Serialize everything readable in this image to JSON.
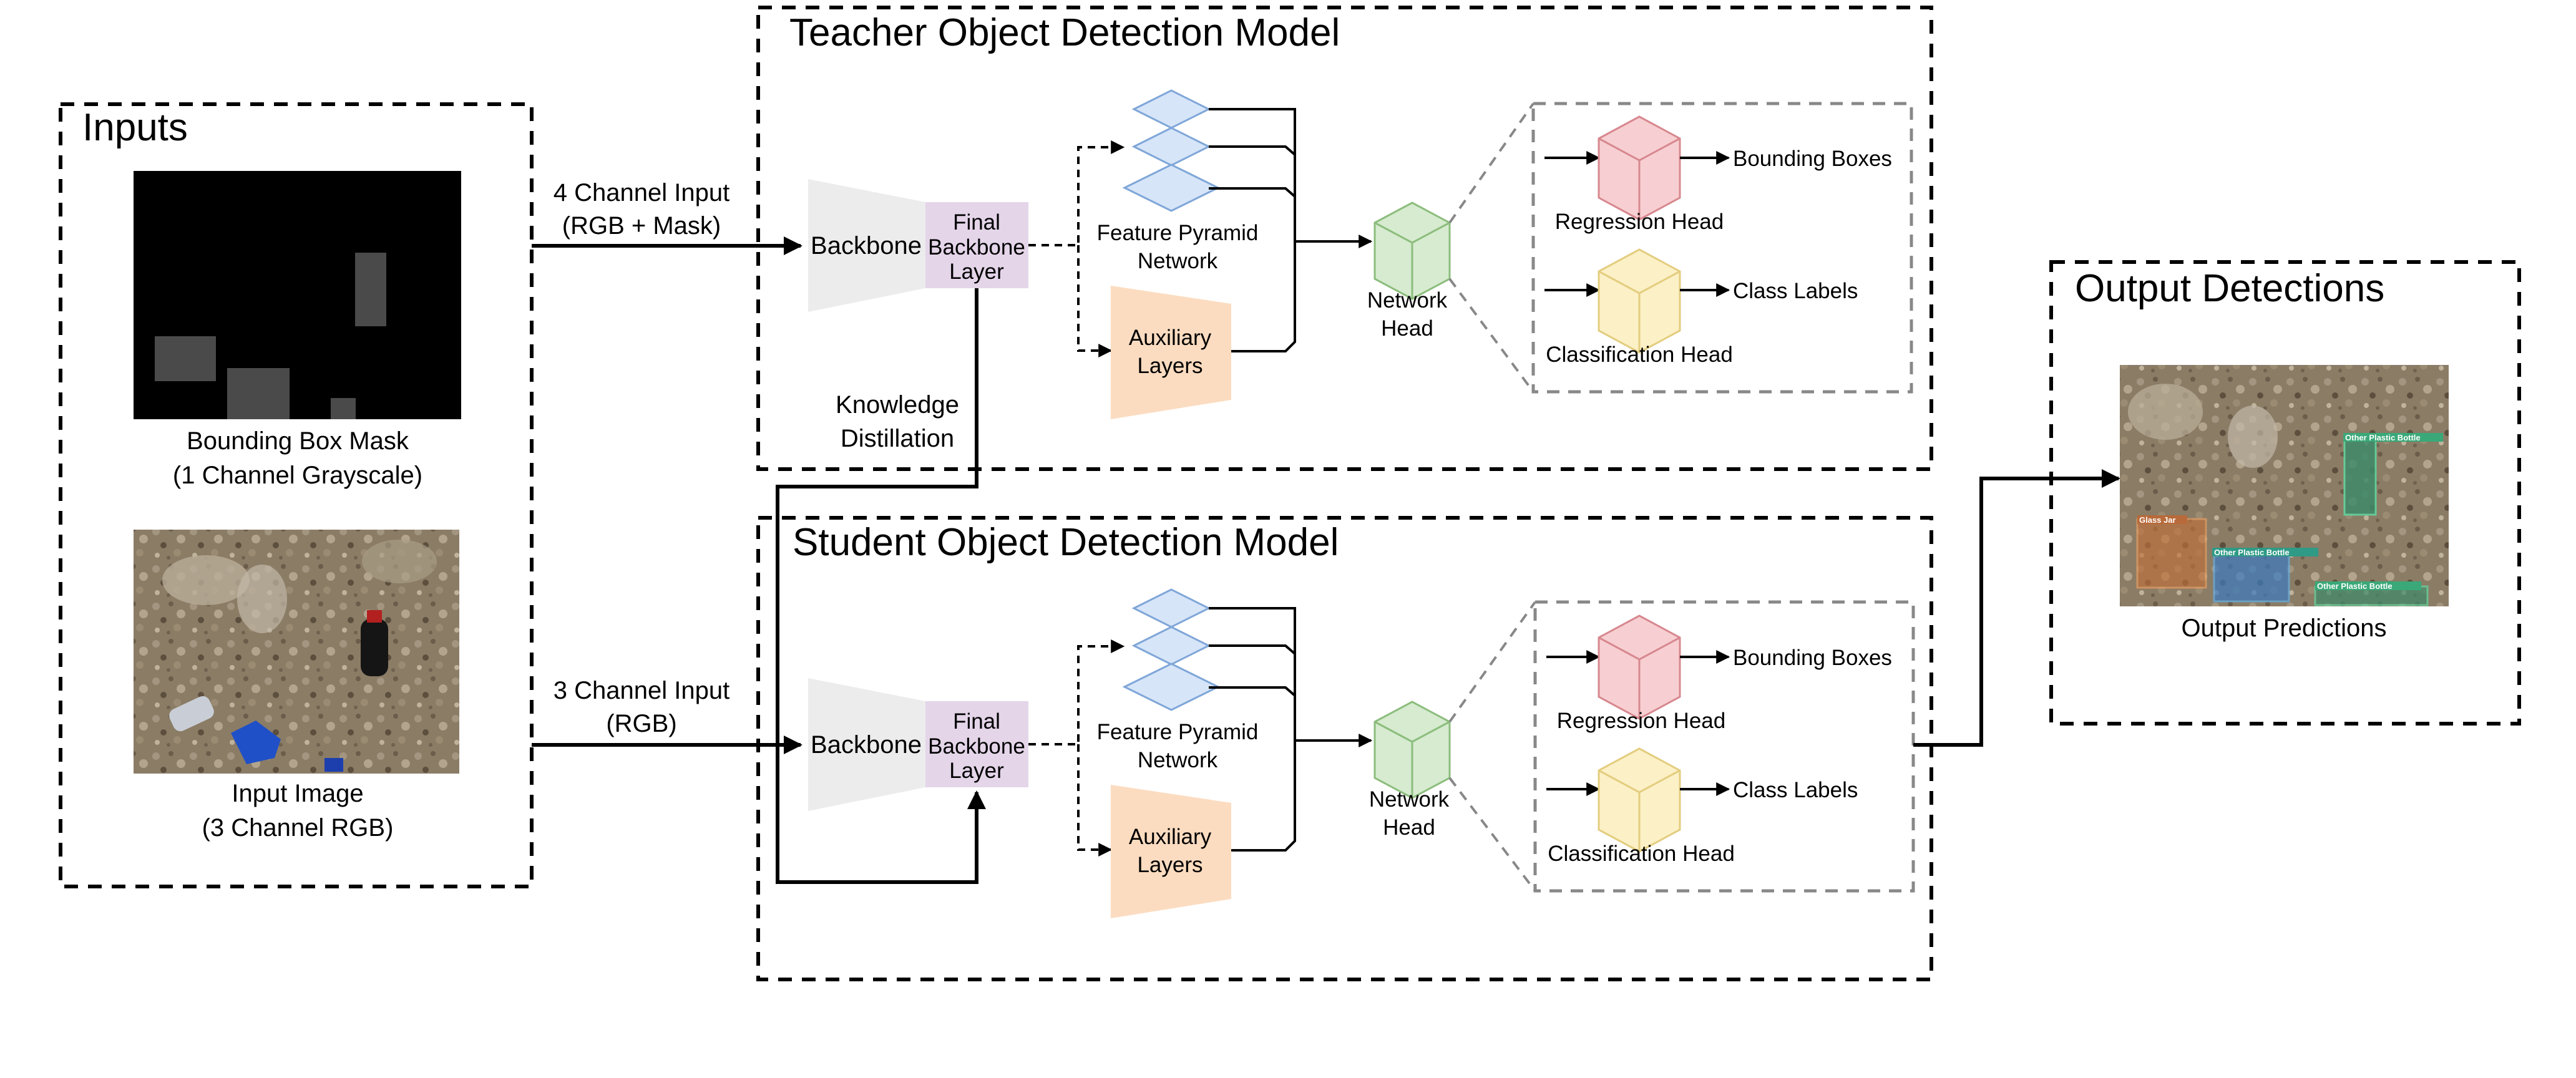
{
  "inputs": {
    "title": "Inputs",
    "mask_caption_1": "Bounding Box Mask",
    "mask_caption_2": "(1 Channel Grayscale)",
    "image_caption_1": "Input Image",
    "image_caption_2": "(3 Channel RGB)"
  },
  "teacher": {
    "title": "Teacher Object Detection Model",
    "input_label_1": "4 Channel Input",
    "input_label_2": "(RGB + Mask)",
    "backbone": "Backbone",
    "final_1": "Final",
    "final_2": "Backbone",
    "final_3": "Layer",
    "fpn_1": "Feature Pyramid",
    "fpn_2": "Network",
    "aux_1": "Auxiliary",
    "aux_2": "Layers",
    "head_1": "Network",
    "head_2": "Head",
    "regression": "Regression Head",
    "classification": "Classification Head",
    "bbox_out": "Bounding Boxes",
    "class_out": "Class Labels"
  },
  "distillation": {
    "label_1": "Knowledge",
    "label_2": "Distillation"
  },
  "student": {
    "title": "Student Object Detection Model",
    "input_label_1": "3 Channel Input",
    "input_label_2": "(RGB)",
    "backbone": "Backbone",
    "final_1": "Final",
    "final_2": "Backbone",
    "final_3": "Layer",
    "fpn_1": "Feature Pyramid",
    "fpn_2": "Network",
    "aux_1": "Auxiliary",
    "aux_2": "Layers",
    "head_1": "Network",
    "head_2": "Head",
    "regression": "Regression Head",
    "classification": "Classification Head",
    "bbox_out": "Bounding Boxes",
    "class_out": "Class Labels"
  },
  "output": {
    "title": "Output Detections",
    "caption": "Output Predictions",
    "detections": [
      "Other Plastic Bottle",
      "Glass Jar",
      "Other Plastic Bottle",
      "Other Plastic Bottle"
    ]
  },
  "colors": {
    "backbone": "#ececec",
    "final_layer": "#e4d5e9",
    "fpn": "#d6e5f8",
    "aux": "#fcdcc0",
    "network_head": "#d6ebcf",
    "regression": "#f7cfd2",
    "classification": "#fcf0c6",
    "mask_bg": "#000000",
    "mask_box": "#4a4a4a",
    "photo_ground": "#8a7b64"
  }
}
